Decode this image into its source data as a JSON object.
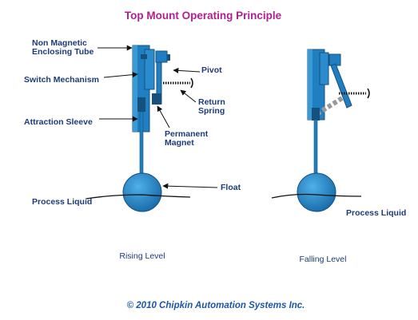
{
  "title": "Top Mount Operating Principle",
  "labels": {
    "tube_line1": "Non Magnetic",
    "tube_line2": "Enclosing Tube",
    "switch": "Switch Mechanism",
    "sleeve": "Attraction Sleeve",
    "pivot": "Pivot",
    "spring_line1": "Return",
    "spring_line2": "Spring",
    "magnet_line1": "Permanent",
    "magnet_line2": "Magnet",
    "float": "Float",
    "liquid_left": "Process Liquid",
    "liquid_right": "Process Liquid"
  },
  "captions": {
    "left": "Rising Level",
    "right": "Falling Level"
  },
  "copyright": "© 2010 Chipkin Automation Systems Inc.",
  "colors": {
    "title": "#b2208f",
    "label": "#1d3b78",
    "device": "#1f7fc0",
    "device_dark": "#15507e",
    "copyright": "#1c56a7"
  }
}
